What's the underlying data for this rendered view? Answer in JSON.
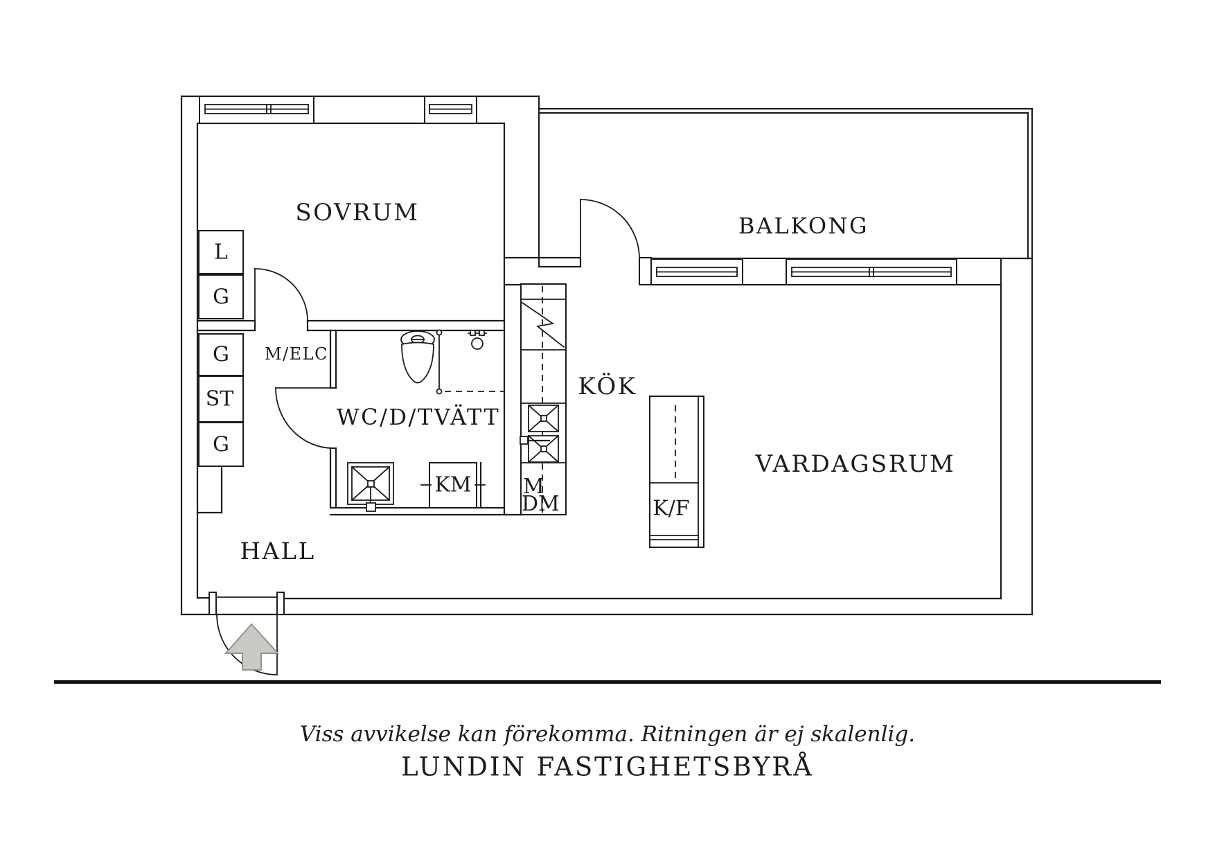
{
  "rooms": {
    "sovrum": "SOVRUM",
    "balkong": "BALKONG",
    "kok": "KÖK",
    "vardagsrum": "VARDAGSRUM",
    "hall": "HALL",
    "wc": "WC/D/TVÄTT",
    "melc": "M/ELC"
  },
  "closets": {
    "l": "L",
    "g1": "G",
    "g2": "G",
    "st": "ST",
    "g3": "G"
  },
  "appliances": {
    "km": "KM",
    "m": "M",
    "dm": "DM",
    "kf": "K/F"
  },
  "footer": {
    "disclaimer": "Viss avvikelse kan förekomma. Ritningen är ej skalenlig.",
    "brand": "LUNDIN FASTIGHETSBYRÅ"
  },
  "colors": {
    "line": "#1c1c1c",
    "background": "#ffffff",
    "arrow_fill": "#c9c9c5",
    "arrow_stroke": "#93938f"
  }
}
